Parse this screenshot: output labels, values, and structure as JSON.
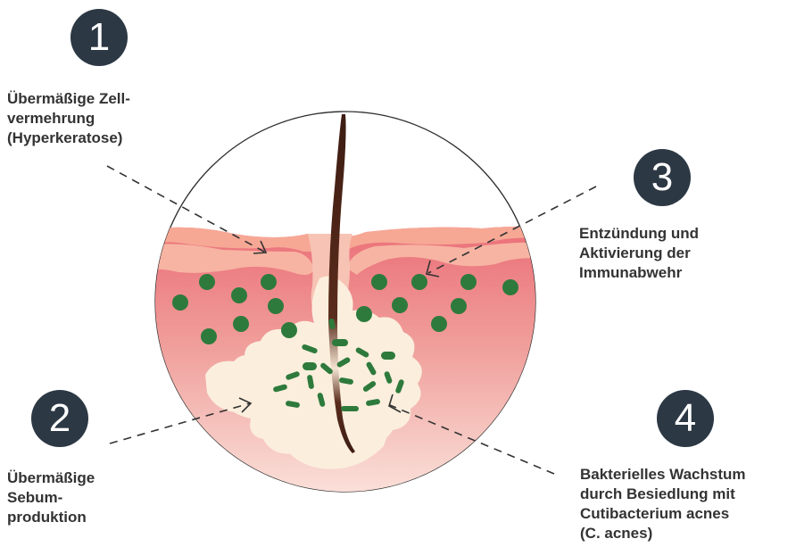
{
  "steps": [
    {
      "number": "1",
      "lines": [
        "Übermäßige Zell-",
        "vermehrung",
        "(Hyperkeratose)"
      ]
    },
    {
      "number": "2",
      "lines": [
        "Übermäßige",
        "Sebum-",
        "produktion"
      ]
    },
    {
      "number": "3",
      "lines": [
        "Entzündung und",
        "Aktivierung der",
        "Immunabwehr"
      ]
    },
    {
      "number": "4",
      "lines": [
        "Bakterielles Wachstum",
        "durch Besiedlung mit",
        "Cutibacterium acnes",
        "(C. acnes)"
      ]
    }
  ],
  "colors": {
    "badge": "#2c3844",
    "skin_surface": "#f2a38f",
    "skin_inner": "#e9777f",
    "sebum": "#fbeedd",
    "bacteria": "#2e7a3c",
    "hair": "#4a2418",
    "label_text": "#333333"
  }
}
